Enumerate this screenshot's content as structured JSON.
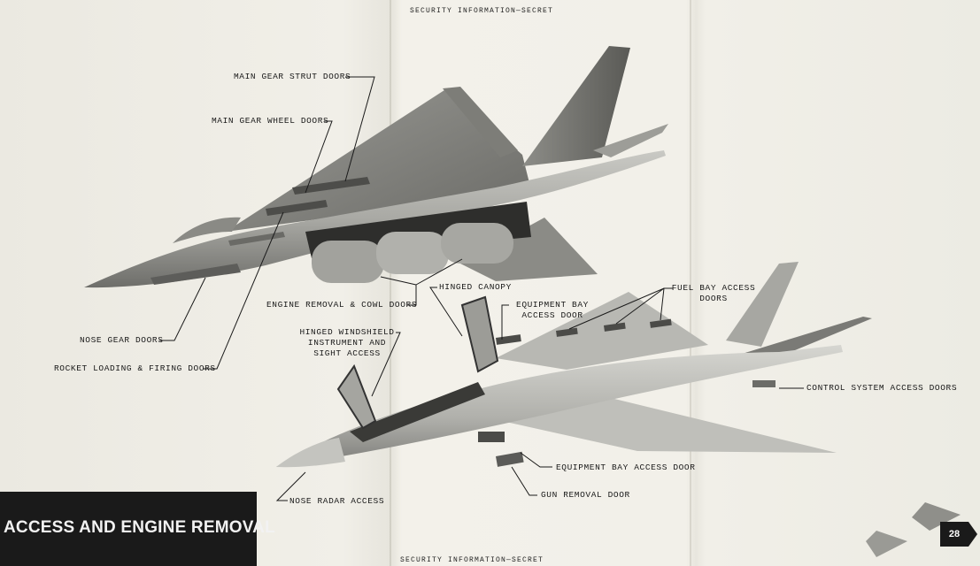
{
  "header": {
    "security_top": "SECURITY INFORMATION—SECRET",
    "security_bottom": "SECURITY INFORMATION—SECRET"
  },
  "title": "ACCESS AND ENGINE REMOVAL",
  "page_number": "28",
  "callouts_upper": {
    "main_gear_strut_doors": "MAIN GEAR STRUT DOORS",
    "main_gear_wheel_doors": "MAIN GEAR WHEEL DOORS",
    "engine_removal_cowl_doors": "ENGINE REMOVAL & COWL DOORS",
    "nose_gear_doors": "NOSE GEAR DOORS",
    "rocket_loading_firing_doors": "ROCKET LOADING & FIRING DOORS"
  },
  "callouts_lower": {
    "hinged_canopy": "HINGED CANOPY",
    "equipment_bay_access_door_top_1": "EQUIPMENT BAY",
    "equipment_bay_access_door_top_2": "ACCESS DOOR",
    "fuel_bay_access_doors_1": "FUEL BAY ACCESS",
    "fuel_bay_access_doors_2": "DOORS",
    "hinged_windshield_1": "HINGED WINDSHIELD",
    "instrument_sight_access_1": "INSTRUMENT AND",
    "instrument_sight_access_2": "SIGHT ACCESS",
    "control_system_access_doors": "CONTROL SYSTEM ACCESS DOORS",
    "equipment_bay_access_door_bottom": "EQUIPMENT BAY ACCESS DOOR",
    "gun_removal_door": "GUN REMOVAL DOOR",
    "nose_radar_access": "NOSE RADAR ACCESS"
  },
  "colors": {
    "paper": "#f1efe8",
    "ink": "#1a1a1a",
    "aircraft_light": "#b9b9b4",
    "aircraft_mid": "#8f8f8a",
    "aircraft_dark": "#3c3c3a"
  }
}
